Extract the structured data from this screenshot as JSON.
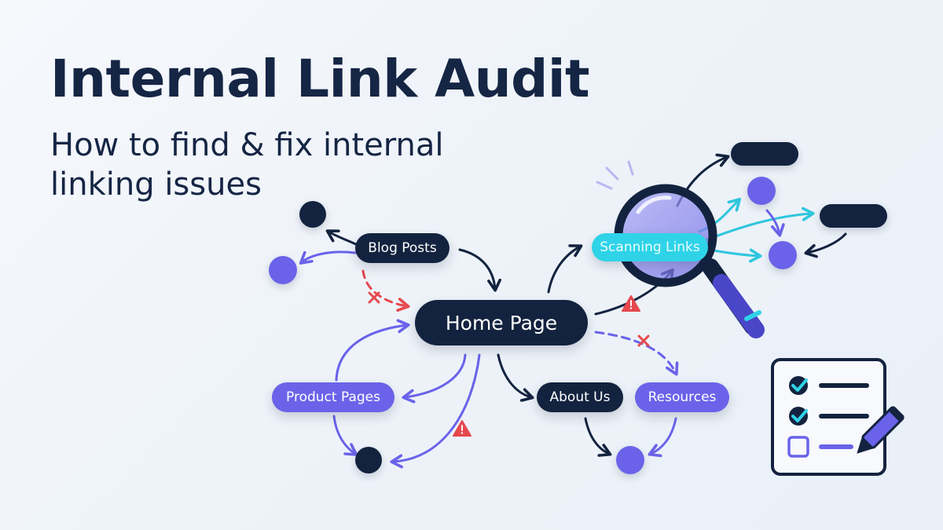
{
  "header": {
    "title": "Internal Link Audit",
    "subtitle": "How to find & fix internal linking issues"
  },
  "nodes": {
    "home": "Home Page",
    "blog": "Blog Posts",
    "product": "Product Pages",
    "about": "About Us",
    "resources": "Resources",
    "scanning": "Scanning Links"
  },
  "colors": {
    "navy": "#13233f",
    "purple": "#6a63e9",
    "cyan": "#2fd3e8",
    "warning_red": "#e5484d",
    "background": "#eef3f9"
  },
  "icons": [
    "warning-icon",
    "broken-link-x-icon",
    "magnifier-icon",
    "checklist-icon",
    "pencil-icon",
    "checkmark-icon"
  ]
}
